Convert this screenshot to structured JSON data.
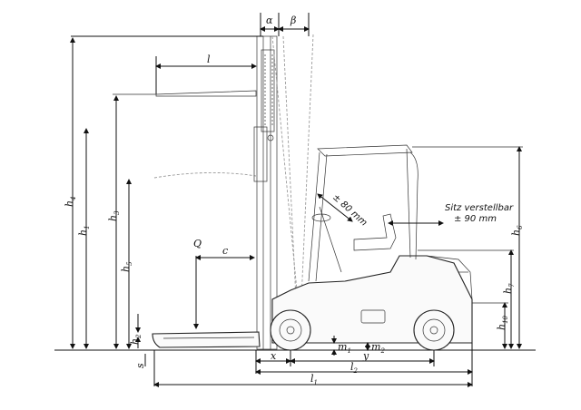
{
  "labels": {
    "alpha": "α",
    "beta": "β",
    "l": "l",
    "h4": "h",
    "h4_sub": "4",
    "h1": "h",
    "h1_sub": "1",
    "h3": "h",
    "h3_sub": "3",
    "h5": "h",
    "h5_sub": "5",
    "h2": "h",
    "h2_sub": "2",
    "s": "s",
    "Q": "Q",
    "c": "c",
    "x": "x",
    "y": "y",
    "l1": "l",
    "l1_sub": "1",
    "l2": "l",
    "l2_sub": "2",
    "m1": "m",
    "m1_sub": "1",
    "m2": "m",
    "m2_sub": "2",
    "h6": "h",
    "h6_sub": "6",
    "h7": "h",
    "h7_sub": "7",
    "h10": "h",
    "h10_sub": "10"
  },
  "notes": {
    "seat_line1": "Sitz verstellbar",
    "seat_line2": "± 90 mm",
    "steering": "± 80 mm"
  }
}
